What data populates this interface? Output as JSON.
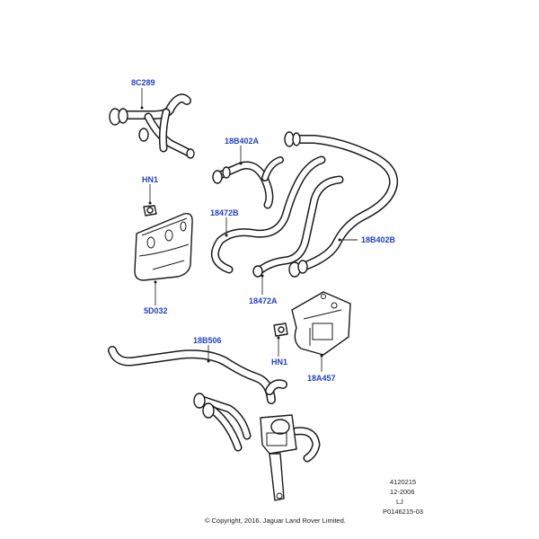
{
  "callouts": {
    "c_8C289": "8C289",
    "c_18B402A": "18B402A",
    "c_HN1_top": "HN1",
    "c_18472B": "18472B",
    "c_18B402B": "18B402B",
    "c_5D032": "5D032",
    "c_18472A": "18472A",
    "c_18B506": "18B506",
    "c_HN1_bottom": "HN1",
    "c_18A457": "18A457"
  },
  "footer": {
    "code1": "4120215",
    "date": "12-2006",
    "initials": "LJ",
    "ref": "P0146215-03",
    "copyright": "© Copyright, 2016. Jaguar Land Rover Limited."
  },
  "colors": {
    "callout_blue": "#1f3fd1",
    "line": "#1a1a1a"
  }
}
